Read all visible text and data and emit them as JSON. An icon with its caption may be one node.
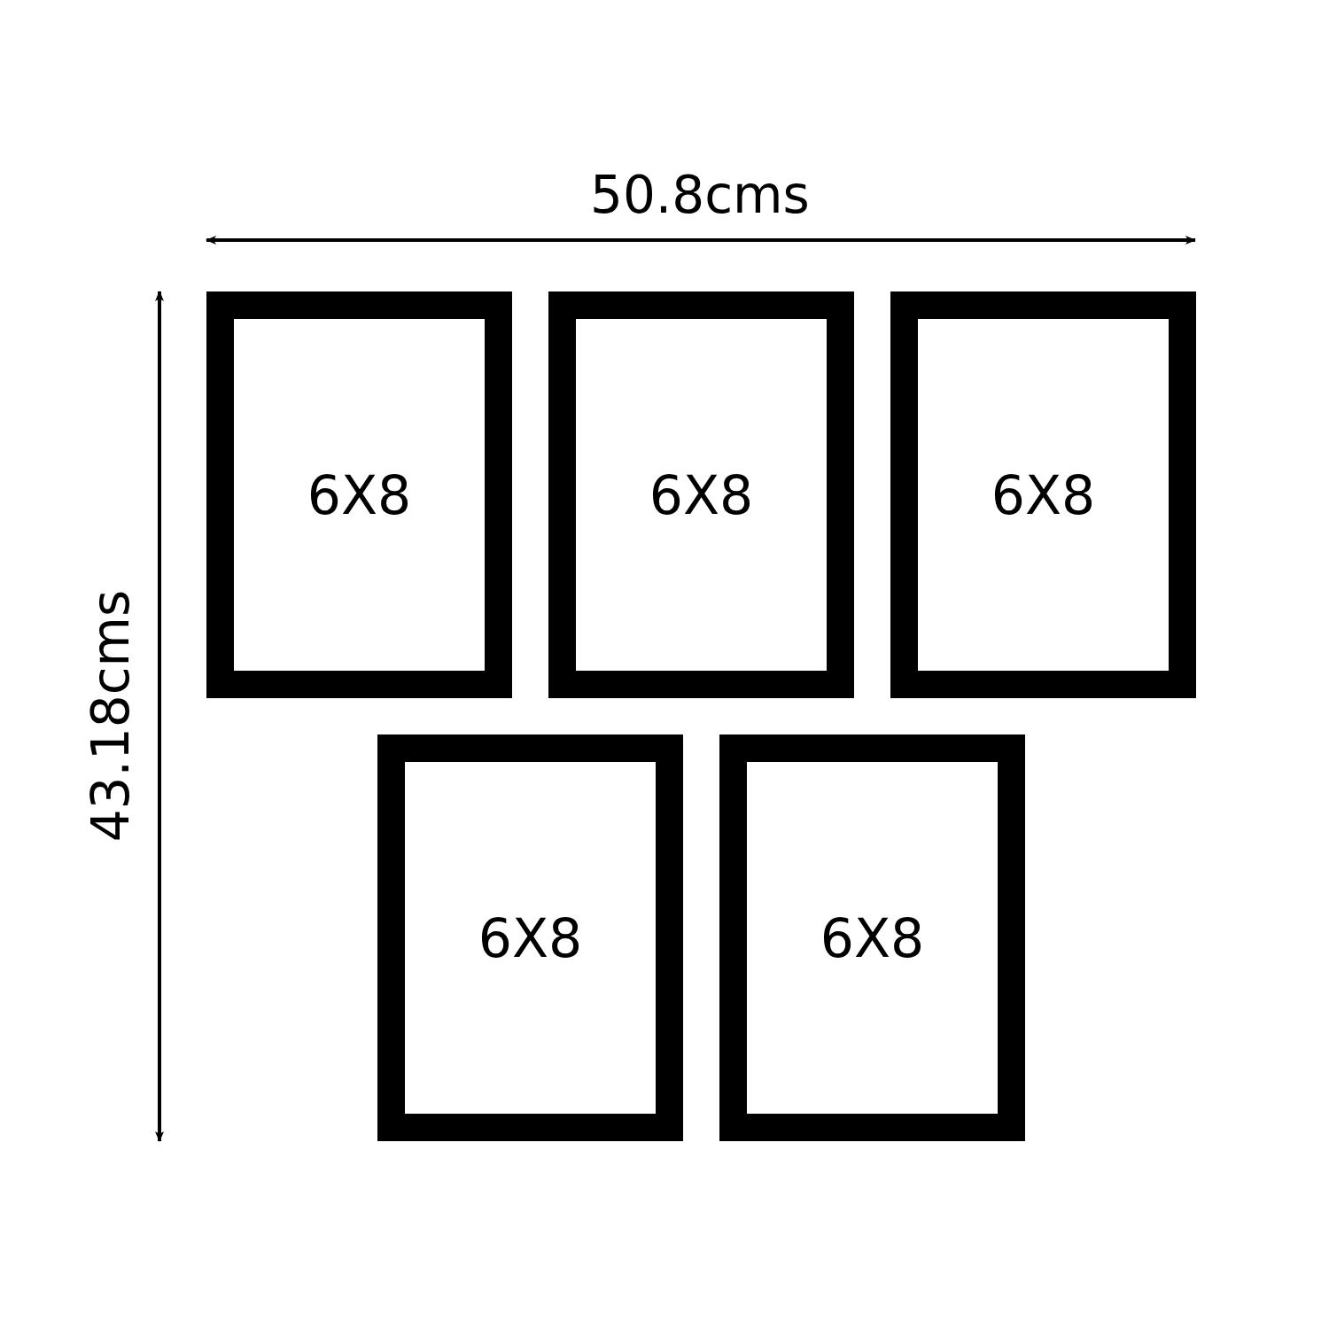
{
  "diagram": {
    "nodes": [
      {
        "text": [
          "6X8"
        ]
      },
      {
        "text": [
          "6X8"
        ]
      },
      {
        "text": [
          "6X8"
        ]
      },
      {
        "text": [
          "6X8"
        ]
      },
      {
        "text": [
          "6X8"
        ]
      }
    ],
    "labels": [
      "50.8cms",
      "43.18cms"
    ]
  }
}
